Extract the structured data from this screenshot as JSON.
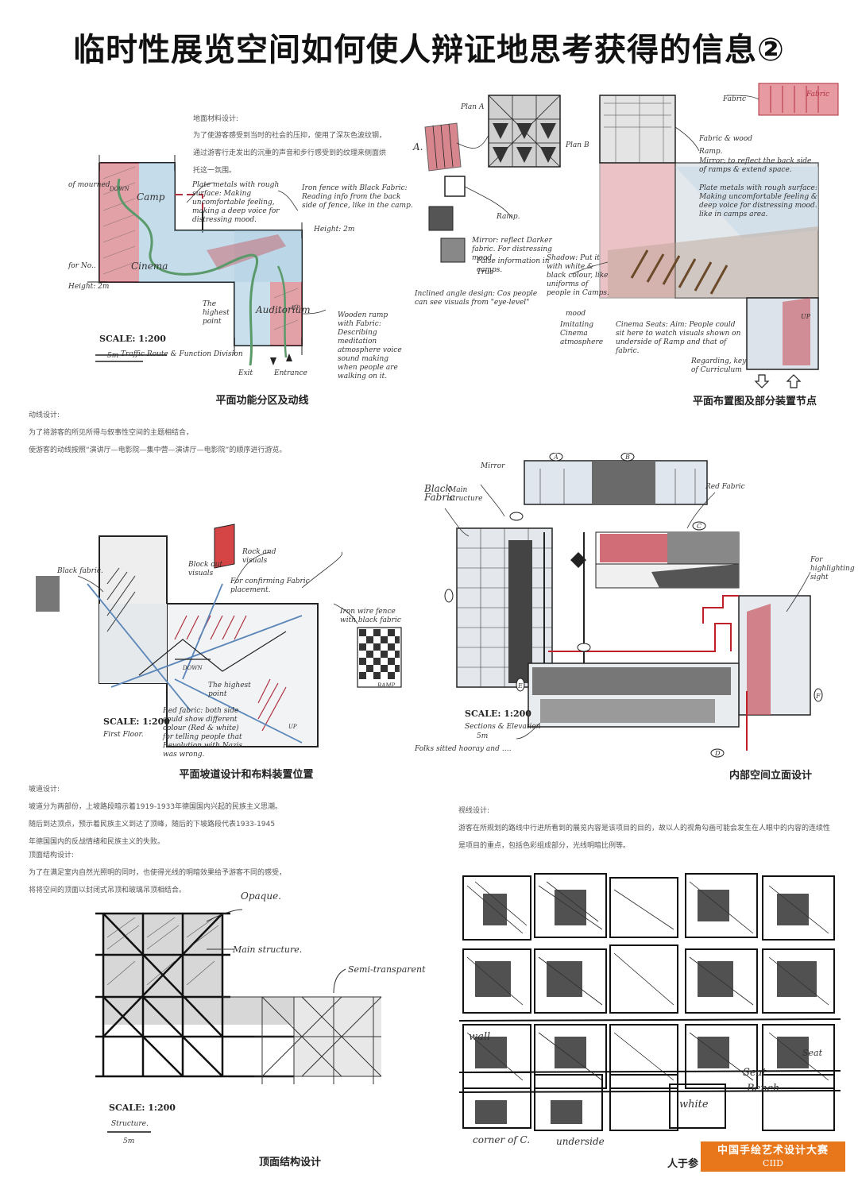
{
  "page_title": "临时性展览空间如何使人辩证地思考获得的信息②",
  "sections": {
    "floor_material": {
      "title": "地面材料设计:",
      "lines": [
        "为了使游客感受到当时的社会的压抑，使用了深灰色波纹钢，",
        "通过游客行走发出的沉重的声音和步行感受到的纹理来侧面烘",
        "托这一氛围。"
      ]
    },
    "circulation": {
      "title": "动线设计:",
      "lines": [
        "为了将游客的所见所得与叙事性空间的主题相结合，",
        "使游客的动线按照“演讲厅—电影院—集中营—演讲厅—电影院”的顺序进行游览。"
      ]
    },
    "ramp": {
      "title": "坡道设计:",
      "lines": [
        "坡道分为两部份，上坡路段暗示着1919-1933年德国国内兴起的民族主义思潮。",
        "随后到达顶点，预示着民族主义到达了顶峰，随后的下坡路段代表1933-1945",
        "年德国国内的反战情绪和民族主义的失败。"
      ]
    },
    "roof": {
      "title": "顶面结构设计:",
      "lines": [
        "为了在满足室内自然光照明的同时，也使得光线的明暗效果给予游客不同的感受，",
        "将将空间的顶面以封闭式吊顶和玻璃吊顶相结合。"
      ]
    },
    "sightline": {
      "title": "视线设计:",
      "lines": [
        "游客在所规划的路线中行进所看到的展览内容是该项目的目的，故以人的视角勾画可能会发生在人眼中的内容的连续性",
        "是项目的重点，包括色彩组成部分，光线明暗比例等。"
      ]
    }
  },
  "captions": {
    "plan_zoning": "平面功能分区及动线",
    "plan_layout": "平面布置图及部分装置节点",
    "ramp_fabric": "平面坡道设计和布料装置位置",
    "interior_elevation": "内部空间立面设计",
    "roof_structure": "顶面结构设计",
    "perspective": "人于参"
  },
  "sketch1": {
    "scale": "SCALE: 1:200",
    "unit": "5m",
    "subtitle": "Traffic Route & Function Division",
    "labels": {
      "camp": "Camp",
      "cinema": "Cinema",
      "auditorium": "Auditorium",
      "down": "DOWN",
      "up": "UP",
      "exit": "Exit",
      "entrance": "Entrance",
      "height_left": "Height: 2m",
      "height_right": "Height: 2m",
      "highest_point": "The highest point",
      "plate_metals": "Plate metals with rough surface: Making uncomfortable feeling, making a deep voice for distressing mood.",
      "iron_fence": "Iron fence with Black Fabric: Reading info from the back side of fence, like in the camp.",
      "wooden_ramp": "Wooden ramp with Fabric: Describing meditation atmosphere voice sound making when people are walking on it.",
      "left_note": "of mourned",
      "left_note2": "for No.."
    }
  },
  "sketch2": {
    "plan_a": "Plan A",
    "plan_b": "Plan B",
    "fabric": "Fabric",
    "fabric_pink": "Fabric",
    "labels": {
      "fabric_wood": "Fabric & wood",
      "ramp1": "Ramp.",
      "mirror_note": "Mirror: to reflect the back side of ramps & extend space.",
      "plate_note": "Plate metals with rough surface: Making uncomfortable feeling & deep voice for distressing mood. like in camps area.",
      "ramp2": "Ramp.",
      "mirror_fabric": "Mirror: reflect Darker fabric. For distressing mood.",
      "false_info": "False information in camps.",
      "true_label": "True",
      "inclined": "Inclined angle design: Cos people can see visuals from \"eye-level\"",
      "shadow": "Shadow: Put it with white & black colour, like uniforms of people in Camps.",
      "mood": "mood",
      "cinema_seats": "Cinema Seats: Aim: People could sit here to watch visuals shown on underside of Ramp and that of fabric.",
      "regarding": "Regarding, key of Curriculum",
      "cinema_atmos": "Imitating Cinema atmosphere",
      "up": "UP",
      "a_label": "A."
    }
  },
  "sketch3": {
    "scale": "SCALE: 1:200",
    "floor": "First Floor.",
    "labels": {
      "black_fabric": "Black fabric.",
      "block": "Block out visuals",
      "rock": "Rock and visuals",
      "confirming": "For confirming Fabric placement.",
      "iron_wire": "Iron wire fence with black fabric",
      "ramp": "RAMP",
      "down": "DOWN",
      "highest": "The highest point",
      "up": "UP",
      "red_fabric": "Red fabric: both side could show different colour (Red & white) for telling people that Revolution with Nazis was wrong."
    }
  },
  "sketch4": {
    "scale": "SCALE: 1:200",
    "subtitle": "Sections & Elevation",
    "unit": "5m",
    "labels": {
      "mirror": "Mirror",
      "black_fabric": "Black Fabric",
      "main_structure": "Main structure",
      "red_fabric": "Red Fabric",
      "for_highlighting": "For highlighting sight",
      "bottom_note": "Folks sitted hooray and ….",
      "markers": [
        "A",
        "B",
        "C",
        "D",
        "E",
        "F"
      ]
    }
  },
  "sketch5": {
    "scale": "SCALE: 1:200",
    "subtitle": "Structure.",
    "unit": "5m",
    "labels": {
      "opaque": "Opaque.",
      "main_structure": "Main structure.",
      "semi": "Semi-transparent"
    }
  },
  "sketch6": {
    "labels": {
      "seat": "Seat",
      "bench": "Bench",
      "seat2": "Seat",
      "white": "white",
      "corner": "corner of C.",
      "underside": "underside",
      "wall": "wall"
    }
  },
  "badge": {
    "cn": "中国手绘艺术设计大赛",
    "en": "CIID"
  },
  "colors": {
    "red_fabric": "#c8545e",
    "blue_wash": "#9ec4dc",
    "green_route": "#5a9a6a",
    "badge": "#e8761a"
  }
}
